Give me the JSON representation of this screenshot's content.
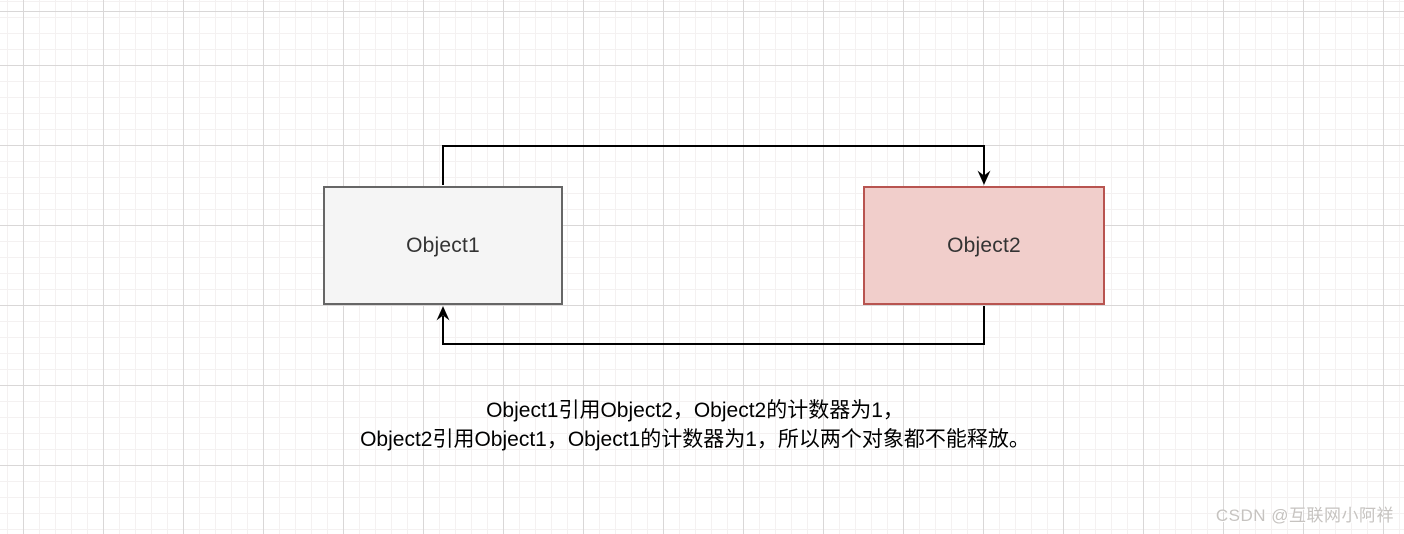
{
  "diagram": {
    "type": "cyclic-reference-diagram",
    "nodes": [
      {
        "id": "object1",
        "label": "Object1",
        "fill": "#f5f5f5",
        "stroke": "#666666"
      },
      {
        "id": "object2",
        "label": "Object2",
        "fill": "#f1cecb",
        "stroke": "#b85450"
      }
    ],
    "connectors": [
      {
        "from": "Object1",
        "to": "Object2",
        "route": "top",
        "description": "Object1 references Object2"
      },
      {
        "from": "Object2",
        "to": "Object1",
        "route": "bottom",
        "description": "Object2 references Object1"
      }
    ],
    "line_color": "#000000"
  },
  "caption": {
    "line1": "Object1引用Object2，Object2的计数器为1，",
    "line2": "Object2引用Object1，Object1的计数器为1，所以两个对象都不能释放。"
  },
  "watermark": {
    "text": "CSDN @互联网小阿祥",
    "color": "#c6c3c0"
  }
}
